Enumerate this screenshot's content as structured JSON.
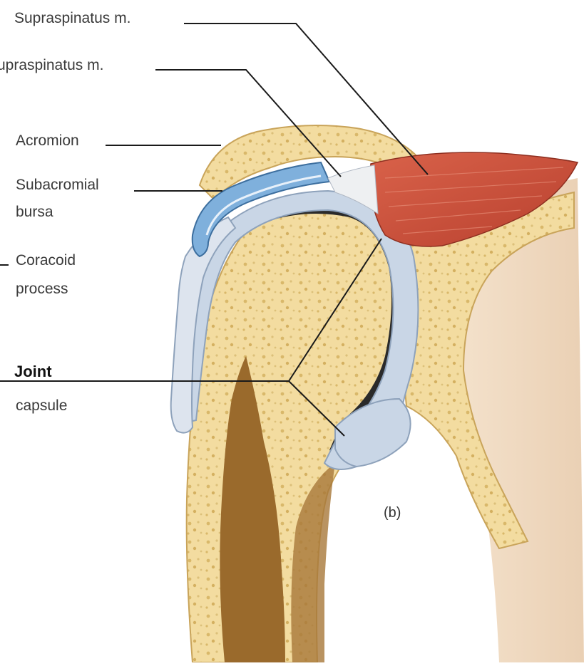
{
  "labels": {
    "supraspinatus_top": "Supraspinatus m.",
    "supraspinatus_tendon": "upraspinatus m.",
    "acromion": "Acromion",
    "subacromial_line1": "Subacromial",
    "subacromial_line2": "bursa",
    "coracoid_line1": "Coracoid",
    "coracoid_line2": "process",
    "joint_line1": "Joint",
    "joint_line2": "capsule",
    "panel": "(b)"
  },
  "colors": {
    "bone": "#f3dca0",
    "bone_spots": "#d9b86a",
    "marrow": "#9a6a2c",
    "muscle": "#c8503c",
    "bursa": "#7fb0dc",
    "capsule": "#c9d6e6",
    "cartilage_dark": "#2a2a2a",
    "skin": "#f0d8c0",
    "leader": "#1a1a1a"
  }
}
